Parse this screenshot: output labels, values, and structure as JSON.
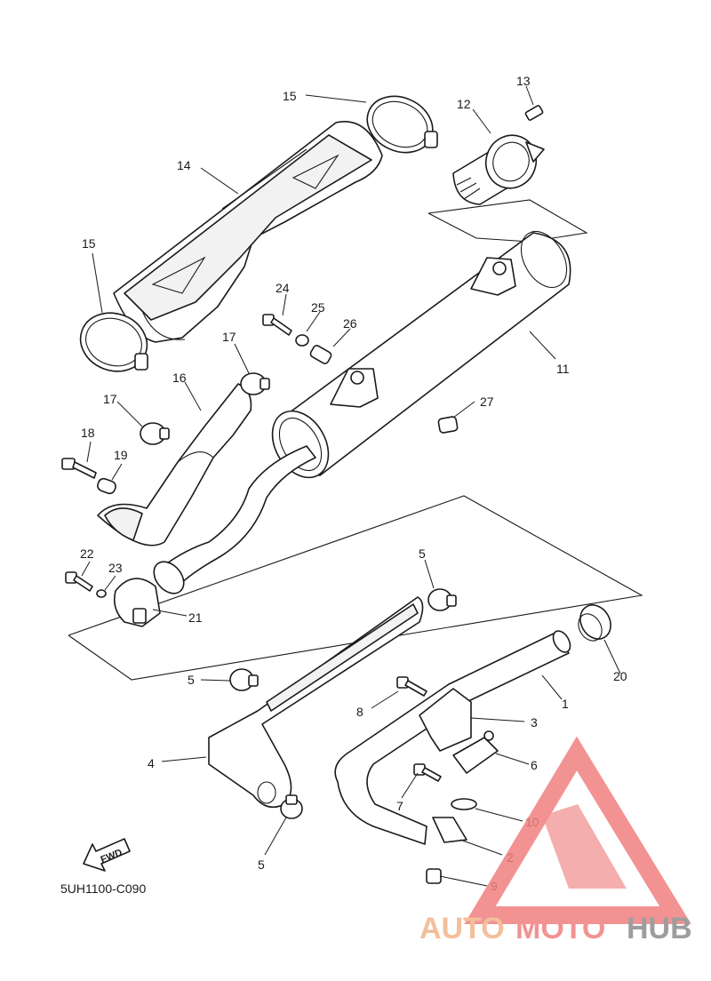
{
  "diagram": {
    "part_code": "5UH1100-C090",
    "fwd_label": "FWD",
    "callouts": [
      {
        "id": "c1",
        "label": "1"
      },
      {
        "id": "c2",
        "label": "2"
      },
      {
        "id": "c3",
        "label": "3"
      },
      {
        "id": "c4",
        "label": "4"
      },
      {
        "id": "c5a",
        "label": "5"
      },
      {
        "id": "c5b",
        "label": "5"
      },
      {
        "id": "c5c",
        "label": "5"
      },
      {
        "id": "c6",
        "label": "6"
      },
      {
        "id": "c7",
        "label": "7"
      },
      {
        "id": "c8",
        "label": "8"
      },
      {
        "id": "c9",
        "label": "9"
      },
      {
        "id": "c10",
        "label": "10"
      },
      {
        "id": "c11",
        "label": "11"
      },
      {
        "id": "c12",
        "label": "12"
      },
      {
        "id": "c13",
        "label": "13"
      },
      {
        "id": "c14",
        "label": "14"
      },
      {
        "id": "c15a",
        "label": "15"
      },
      {
        "id": "c15b",
        "label": "15"
      },
      {
        "id": "c16",
        "label": "16"
      },
      {
        "id": "c17a",
        "label": "17"
      },
      {
        "id": "c17b",
        "label": "17"
      },
      {
        "id": "c18",
        "label": "18"
      },
      {
        "id": "c19",
        "label": "19"
      },
      {
        "id": "c20",
        "label": "20"
      },
      {
        "id": "c21",
        "label": "21"
      },
      {
        "id": "c22",
        "label": "22"
      },
      {
        "id": "c23",
        "label": "23"
      },
      {
        "id": "c24",
        "label": "24"
      },
      {
        "id": "c25",
        "label": "25"
      },
      {
        "id": "c26",
        "label": "26"
      },
      {
        "id": "c27",
        "label": "27"
      }
    ]
  },
  "watermark": {
    "word_part1": "AUTO",
    "word_part2": "MOTO",
    "word_part3": "HUB",
    "color_light": "#f2b48a",
    "color_red": "#f08080",
    "color_grey": "#8c8c8c"
  }
}
